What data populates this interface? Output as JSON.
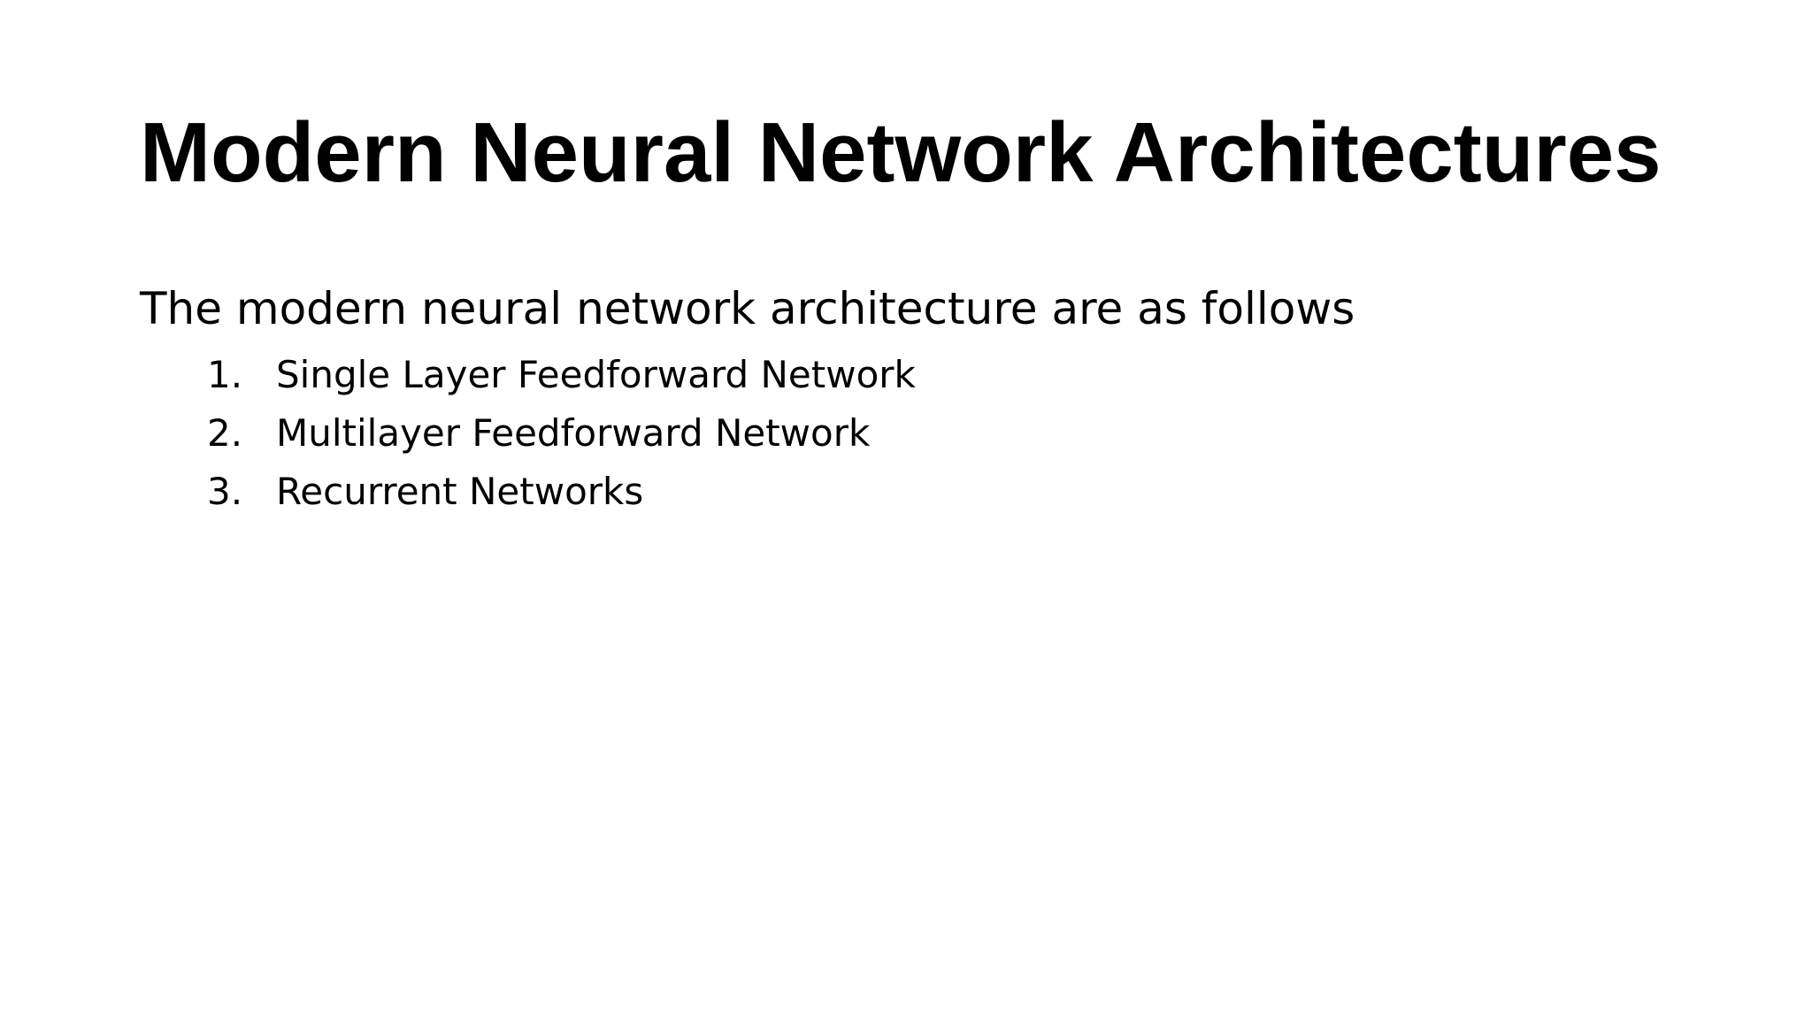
{
  "slide": {
    "title": "Modern Neural Network Architectures",
    "intro": "The modern neural network architecture are as follows",
    "items": [
      {
        "number": "1.",
        "label": "Single Layer Feedforward Network"
      },
      {
        "number": "2.",
        "label": "Multilayer Feedforward Network"
      },
      {
        "number": "3.",
        "label": "Recurrent Networks"
      }
    ]
  }
}
